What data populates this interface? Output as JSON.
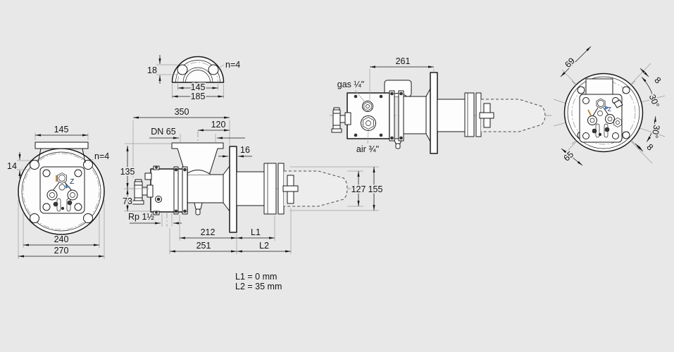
{
  "title": "burner dimensional drawing",
  "colors": {
    "background": "#e8e8e8",
    "line": "#1a1a1a",
    "extension": "#9c9c9c",
    "fill": "#fdfdfd",
    "accent_blue": "#4a7ab5",
    "accent_orange": "#bd7019"
  },
  "views": {
    "flange_top": {
      "dim_hole": "18",
      "dim_bolt_circle": "145",
      "dim_width": "185",
      "label_holes": "n=4"
    },
    "flange_front": {
      "dim_neck": "145",
      "dim_hole": "14",
      "label_holes": "n=4",
      "dim_bolt_circle": "240",
      "dim_outer": "270",
      "mark_z": "Z"
    },
    "side_main": {
      "dim_overall": "350",
      "dim_cl_flange": "120",
      "label_dn": "DN 65",
      "dim_flange_thk": "16",
      "dim_top": "135",
      "dim_bottom": "73",
      "label_rp": "Rp 1½",
      "dim_len1": "212",
      "dim_len2": "251",
      "dim_l1": "L1",
      "dim_l2": "L2",
      "dim_tube": "127",
      "dim_hub": "155"
    },
    "side_rotated": {
      "dim_length": "261",
      "label_gas": "gas ¼\"",
      "label_air": "air ¾\""
    },
    "rear": {
      "dim_69": "69",
      "dim_8_top": "8",
      "dim_angle_top": "30°",
      "dim_angle_bottom": "30°",
      "dim_8_bottom": "8",
      "dim_65": "65",
      "mark_z": "Z"
    }
  },
  "notes": {
    "line1": "L1 = 0 mm",
    "line2": "L2 = 35 mm"
  }
}
